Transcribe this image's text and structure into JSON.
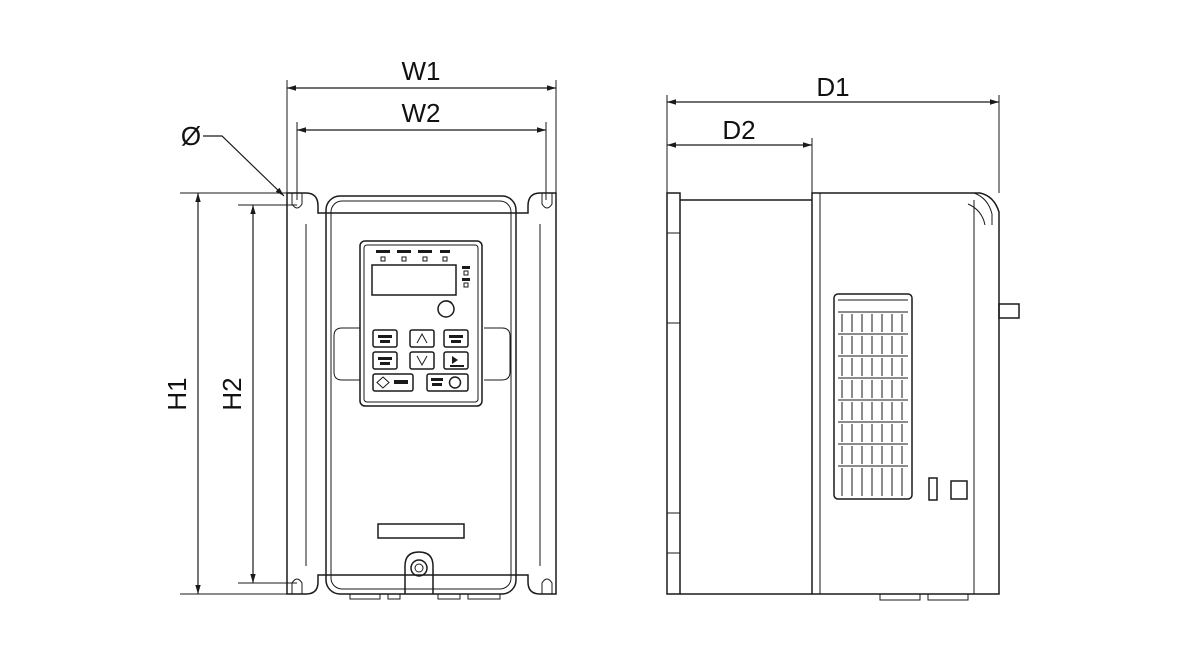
{
  "diagram": {
    "labels": {
      "w1": "W1",
      "w2": "W2",
      "d1": "D1",
      "d2": "D2",
      "h1": "H1",
      "h2": "H2",
      "hole": "Ø"
    },
    "colors": {
      "line": "#1a1a1a",
      "background": "#ffffff"
    }
  }
}
